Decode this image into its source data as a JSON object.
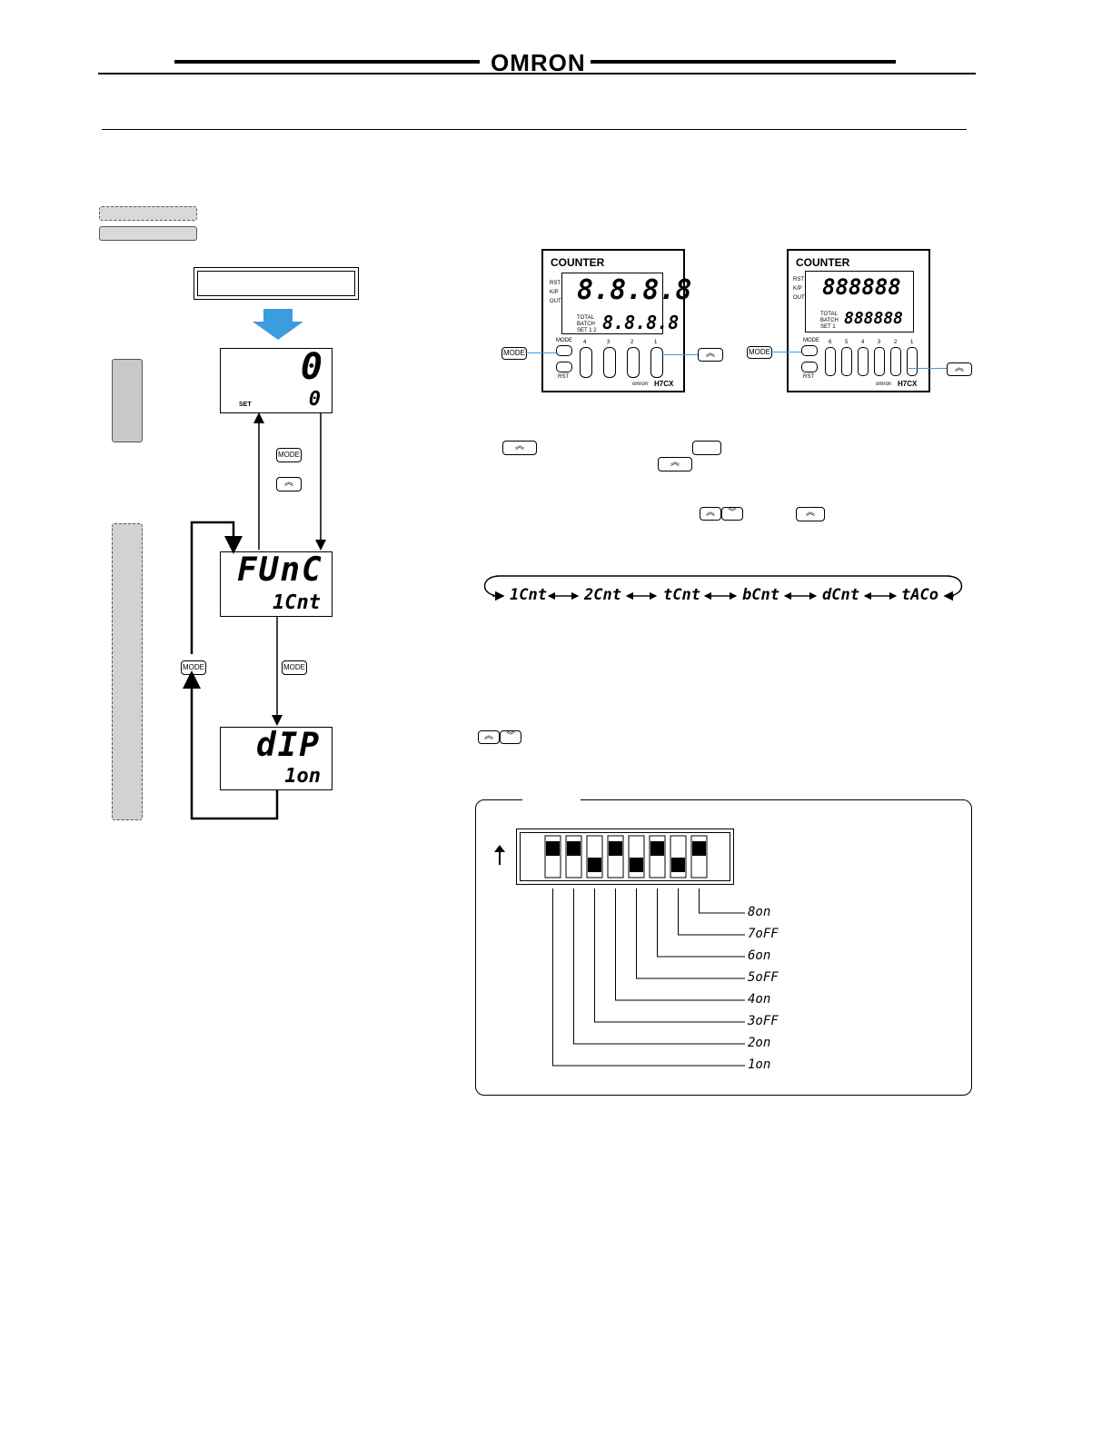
{
  "header": {
    "brand": "OMRON"
  },
  "flow": {
    "display_set": {
      "top": "0",
      "bottom": "0",
      "label": "SET"
    },
    "display_func": {
      "top": "FUnC",
      "bottom": "1Cnt"
    },
    "display_dip": {
      "top": "dIP",
      "bottom": "1on"
    },
    "keys": {
      "mode": "MODE"
    }
  },
  "units": {
    "left": {
      "title": "COUNTER",
      "main": "8.8.8.8",
      "sub": "8.8.8.8",
      "model": "H7CX",
      "brand": "omron",
      "ind": [
        "RST",
        "K/P",
        "OUT"
      ],
      "total_batch": [
        "TOTAL",
        "BATCH",
        "SET 1  2"
      ],
      "mode": "MODE",
      "rst": "RST",
      "digits": [
        "4",
        "3",
        "2",
        "1"
      ]
    },
    "right": {
      "title": "COUNTER",
      "main": "888888",
      "sub": "888888",
      "model": "H7CX",
      "brand": "omron",
      "ind": [
        "RST",
        "K/P",
        "OUT"
      ],
      "total_batch": [
        "TOTAL",
        "BATCH",
        "SET 1"
      ],
      "mode": "MODE",
      "rst": "RST",
      "digits": [
        "6",
        "5",
        "4",
        "3",
        "2",
        "1"
      ]
    },
    "callout_mode": "MODE"
  },
  "sequence": [
    "1Cnt",
    "2Cnt",
    "tCnt",
    "bCnt",
    "dCnt",
    "tACo"
  ],
  "dip": {
    "labels": [
      "8on",
      "7oFF",
      "6on",
      "5oFF",
      "4on",
      "3oFF",
      "2on",
      "1on"
    ],
    "switch_states": [
      "up",
      "up",
      "down",
      "up",
      "down",
      "up",
      "down",
      "up"
    ]
  }
}
